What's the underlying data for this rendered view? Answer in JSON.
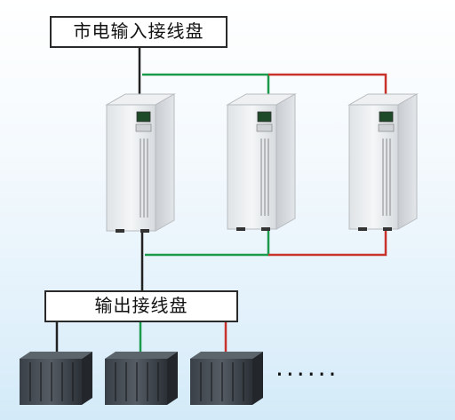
{
  "diagram": {
    "input_panel_label": "市电输入接线盘",
    "output_panel_label": "输出接线盘",
    "more_indicator": "······",
    "ups_units": 3,
    "load_cabinets": 3,
    "colors": {
      "line_black": "#222222",
      "line_green": "#1a9a4a",
      "line_red": "#c8322a",
      "ups_body": "#e9ecef",
      "cabinet_body": "#2d3238"
    }
  }
}
